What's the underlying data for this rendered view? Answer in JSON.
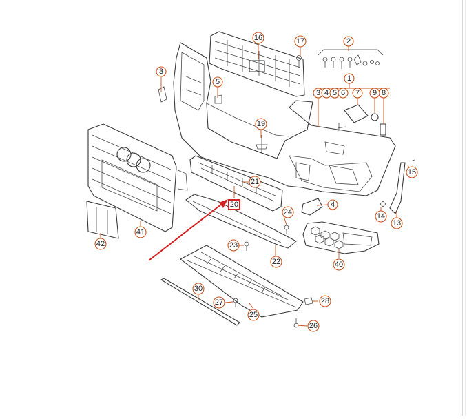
{
  "diagram": {
    "type": "exploded-parts-diagram",
    "accent_color": "#c8531b",
    "highlight_color": "#d42020",
    "callouts": [
      {
        "id": "c1",
        "label": "1"
      },
      {
        "id": "c2",
        "label": "2"
      },
      {
        "id": "c3a",
        "label": "3"
      },
      {
        "id": "c3b",
        "label": "3"
      },
      {
        "id": "c4a",
        "label": "4"
      },
      {
        "id": "c4b",
        "label": "4"
      },
      {
        "id": "c5a",
        "label": "5"
      },
      {
        "id": "c5b",
        "label": "5"
      },
      {
        "id": "c6",
        "label": "6"
      },
      {
        "id": "c7",
        "label": "7"
      },
      {
        "id": "c8",
        "label": "8"
      },
      {
        "id": "c9",
        "label": "9"
      },
      {
        "id": "c13",
        "label": "13"
      },
      {
        "id": "c14",
        "label": "14"
      },
      {
        "id": "c15",
        "label": "15"
      },
      {
        "id": "c16",
        "label": "16"
      },
      {
        "id": "c17",
        "label": "17"
      },
      {
        "id": "c19",
        "label": "19"
      },
      {
        "id": "c20",
        "label": "20"
      },
      {
        "id": "c21",
        "label": "21"
      },
      {
        "id": "c22",
        "label": "22"
      },
      {
        "id": "c23",
        "label": "23"
      },
      {
        "id": "c24",
        "label": "24"
      },
      {
        "id": "c25",
        "label": "25"
      },
      {
        "id": "c26",
        "label": "26"
      },
      {
        "id": "c27",
        "label": "27"
      },
      {
        "id": "c28",
        "label": "28"
      },
      {
        "id": "c30",
        "label": "30"
      },
      {
        "id": "c40",
        "label": "40"
      },
      {
        "id": "c41",
        "label": "41"
      },
      {
        "id": "c42",
        "label": "42"
      }
    ],
    "highlighted_callout": "20",
    "parts": [
      "upper-grille-carrier",
      "bumper-cover",
      "radiator-grille",
      "license-plate-bracket",
      "center-reinforcement",
      "lower-spoiler-lip",
      "underbody-guard",
      "trim-strip",
      "fog-light-grille",
      "side-bracket",
      "fastener-set"
    ]
  }
}
